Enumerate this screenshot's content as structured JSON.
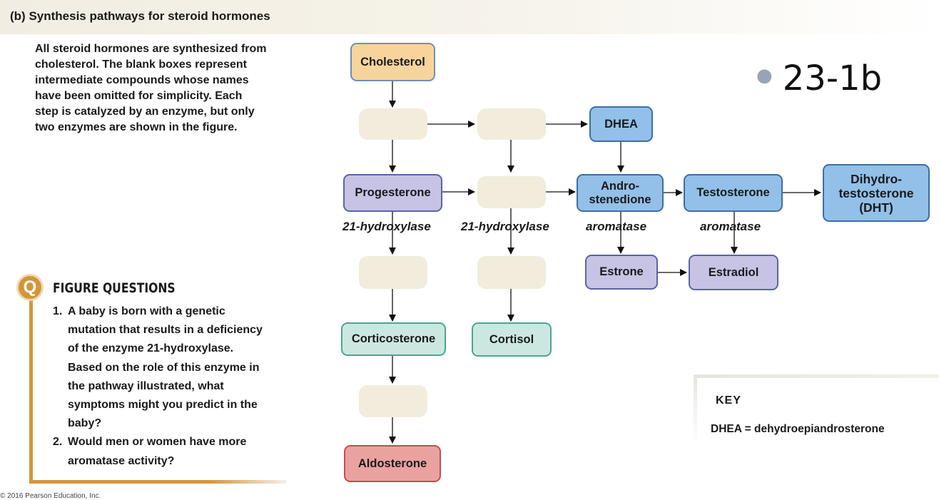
{
  "header": {
    "tag": "(b)",
    "title": "Synthesis pathways for steroid hormones"
  },
  "intro": "All steroid hormones are synthesized from\ncholesterol. The blank boxes represent\nintermediate compounds whose names\nhave been omitted for simplicity. Each\nstep is catalyzed by an enzyme, but only\ntwo enzymes are shown in the figure.",
  "slide_label": "23-1b",
  "nodes": {
    "cholesterol": "Cholesterol",
    "dhea": "DHEA",
    "progesterone": "Progesterone",
    "androstenedione": "Andro-\nstenedione",
    "testosterone": "Testosterone",
    "dht": "Dihydro-\ntestosterone\n(DHT)",
    "estrone": "Estrone",
    "estradiol": "Estradiol",
    "corticosterone": "Corticosterone",
    "cortisol": "Cortisol",
    "aldosterone": "Aldosterone"
  },
  "enzymes": {
    "hydroxylase_1": "21-hydroxylase",
    "hydroxylase_2": "21-hydroxylase",
    "aromatase_1": "aromatase",
    "aromatase_2": "aromatase"
  },
  "figure_questions": {
    "icon": "Q",
    "title": "FIGURE QUESTIONS",
    "items": [
      {
        "num": "1.",
        "text": "A baby is born with a genetic\nmutation that results in a deficiency\nof the enzyme 21-hydroxylase.\nBased on the role of this enzyme in\nthe pathway illustrated, what\nsymptoms might you predict in the\nbaby?"
      },
      {
        "num": "2.",
        "text": "Would men or women have more\naromatase activity?"
      }
    ]
  },
  "key": {
    "title": "KEY",
    "text": "DHEA = dehydroepiandrosterone"
  },
  "copyright": "© 2016 Pearson Education, Inc."
}
